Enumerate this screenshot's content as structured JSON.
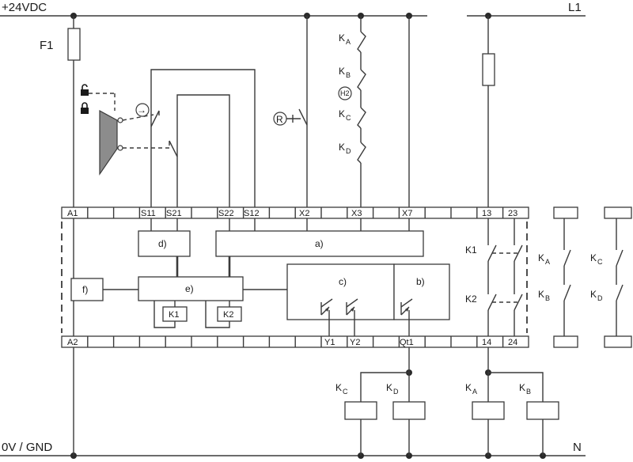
{
  "rails": {
    "top_left": "+24VDC",
    "top_right": "L1",
    "bottom_left": "0V / GND",
    "bottom_right": "N"
  },
  "fuse_label": "F1",
  "top_terminals": [
    "A1",
    "S11",
    "S21",
    "S22",
    "S12",
    "X2",
    "X3",
    "X7",
    "13",
    "23"
  ],
  "bottom_terminals": [
    "A2",
    "Y1",
    "Y2",
    "Qt1",
    "14",
    "24"
  ],
  "blocks": {
    "a": "a)",
    "b": "b)",
    "c": "c)",
    "d": "d)",
    "e": "e)",
    "f": "f)"
  },
  "relays": {
    "k1": "K1",
    "k2": "K2"
  },
  "internal_contacts": {
    "k1": "K1",
    "k2": "K2"
  },
  "reset_symbol": "R",
  "lamp_symbol": "H2",
  "arrow_symbol": "→",
  "contactor_letter": "K",
  "contactor_subs": {
    "a": "A",
    "b": "B",
    "c": "C",
    "d": "D"
  }
}
